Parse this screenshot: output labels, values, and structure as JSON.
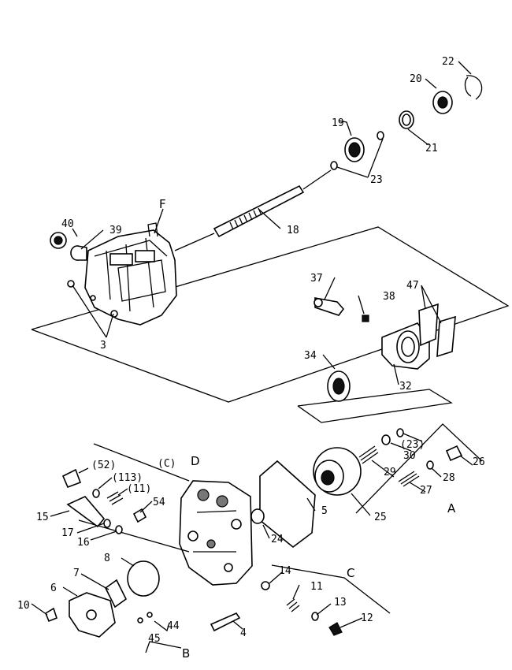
{
  "labels": {
    "p3": "3",
    "p4": "4",
    "p5": "5",
    "p6": "6",
    "p7": "7",
    "p8": "8",
    "p10": "10",
    "p11": "11",
    "p12": "12",
    "p13": "13",
    "p14": "14",
    "p15": "15",
    "p16": "16",
    "p17": "17",
    "p18": "18",
    "p19": "19",
    "p20": "20",
    "p21": "21",
    "p22": "22",
    "p23": "23",
    "p24": "24",
    "p25": "25",
    "p26": "26",
    "p27": "27",
    "p28": "28",
    "p29": "29",
    "p30": "30",
    "p32": "32",
    "p34": "34",
    "p37": "37",
    "p38": "38",
    "p39": "39",
    "p40": "40",
    "p44": "44",
    "p45": "45",
    "p47": "47",
    "p54": "54",
    "p23b": "(23)",
    "p52": "(52)",
    "p113": "(113)",
    "p111": "(11)"
  },
  "groups": {
    "A": "A",
    "B": "B",
    "C": "C",
    "C_paren": "(C)",
    "D": "D",
    "F": "F"
  }
}
